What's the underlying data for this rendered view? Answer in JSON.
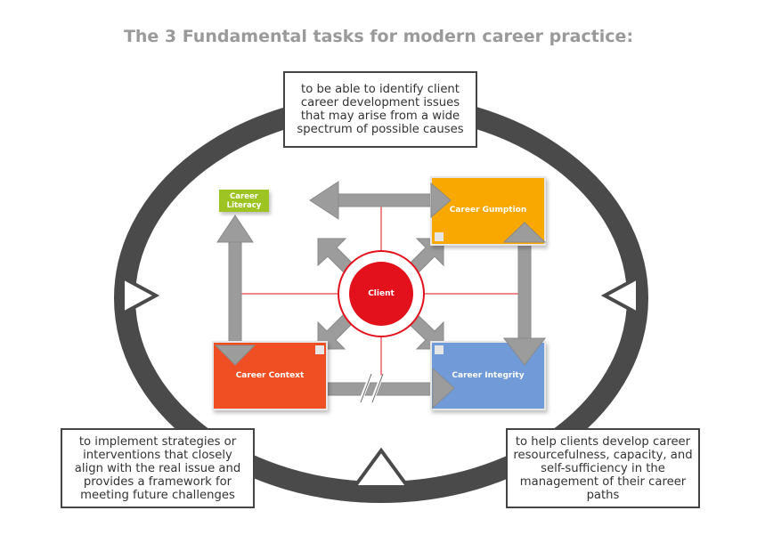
{
  "title": "The 3 Fundamental tasks for modern career practice:",
  "tasks": {
    "top": "to be able to identify client career development issues that may arise from a wide spectrum of possible causes",
    "bottom_left": "to implement strategies or interventions that closely align with the real issue and provides a framework for meeting future challenges",
    "bottom_right": "to help clients develop career resourcefulness, capacity, and self-sufficiency in the management of their career paths"
  },
  "nodes": {
    "client": "Client",
    "career_literacy": "Career Literacy",
    "career_gumption": "Career Gumption",
    "career_context": "Career Context",
    "career_integrity": "Career Integrity"
  },
  "colors": {
    "ring": "#4a4a4a",
    "arrows": "#9c9c9c",
    "client": "#e3111c",
    "career_literacy": "#9dc424",
    "career_gumption": "#f8a800",
    "career_context": "#ef5023",
    "career_integrity": "#6f9bd8",
    "title": "#9a9a9a"
  }
}
